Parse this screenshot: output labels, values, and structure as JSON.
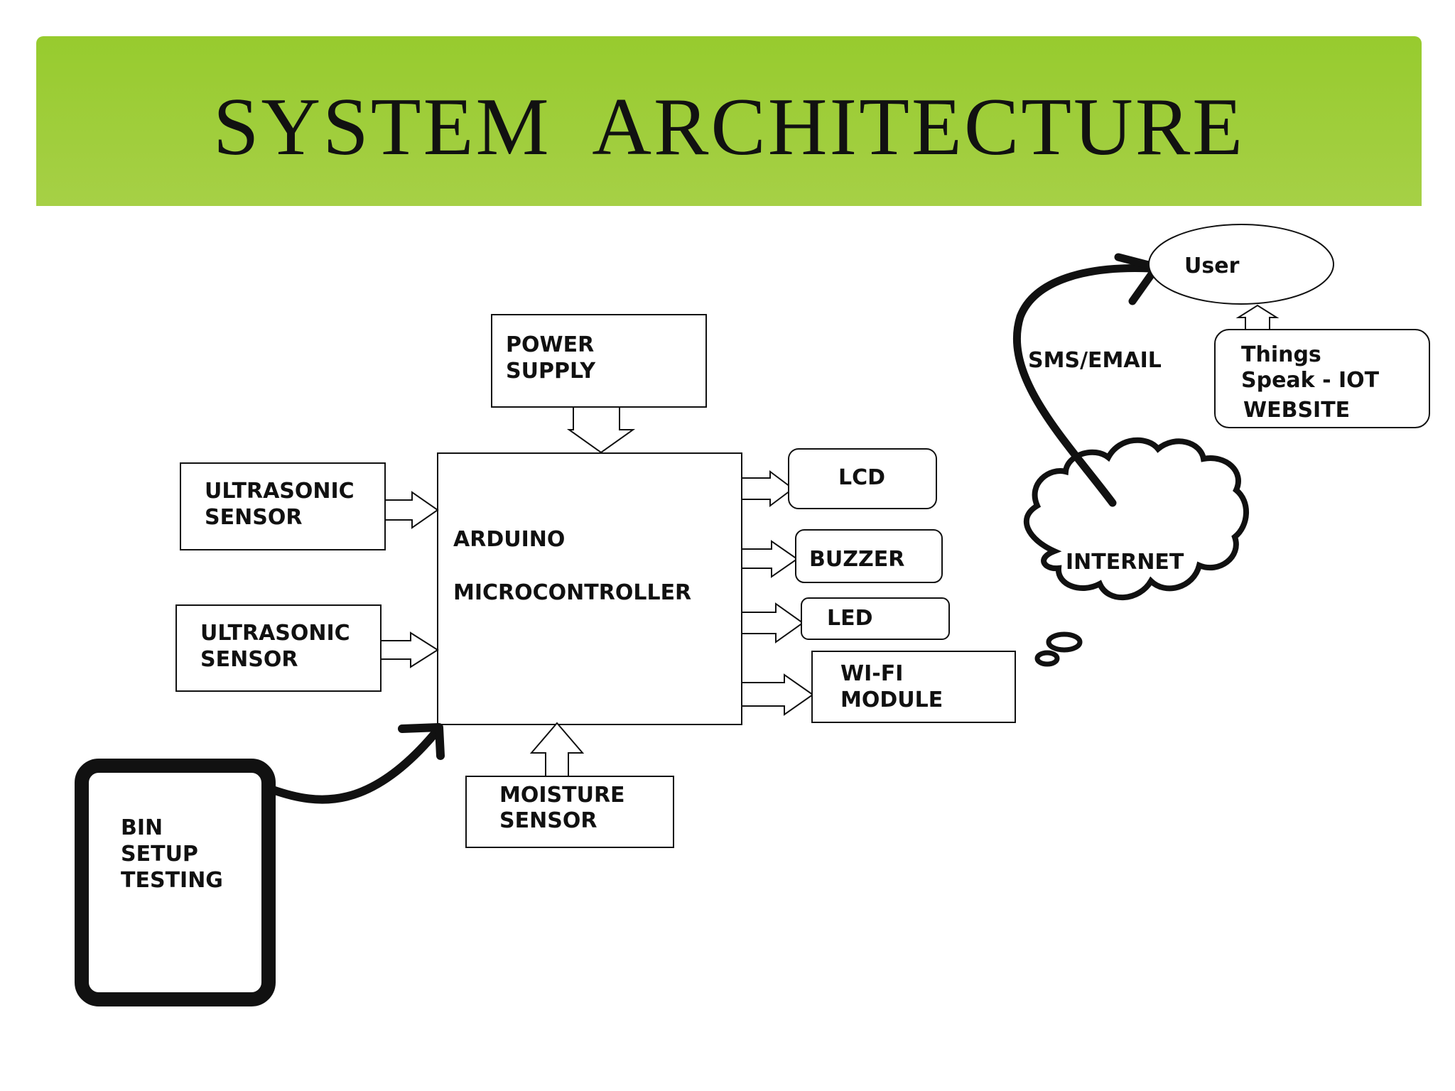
{
  "slide": {
    "title": "SYSTEM  ARCHITECTURE",
    "header_color": "#9acd32"
  },
  "diagram": {
    "power_supply": [
      "POWER",
      "SUPPLY"
    ],
    "ultrasonic_sensor_1": [
      "ULTRASONIC",
      "SENSOR"
    ],
    "ultrasonic_sensor_2": [
      "ULTRASONIC",
      "SENSOR"
    ],
    "arduino": [
      "ARDUINO",
      "MICROCONTROLLER"
    ],
    "moisture_sensor": [
      "MOISTURE",
      "SENSOR"
    ],
    "lcd": "LCD",
    "buzzer": "BUZZER",
    "led": "LED",
    "wifi_module": [
      "WI-FI",
      "MODULE"
    ],
    "internet": "INTERNET",
    "sms_email": "SMS/EMAIL",
    "user": "User",
    "thingspeak": [
      "Things",
      "Speak - IOT",
      "WEBSITE"
    ],
    "bin_setup": [
      "BIN",
      "SETUP",
      "TESTING"
    ]
  }
}
